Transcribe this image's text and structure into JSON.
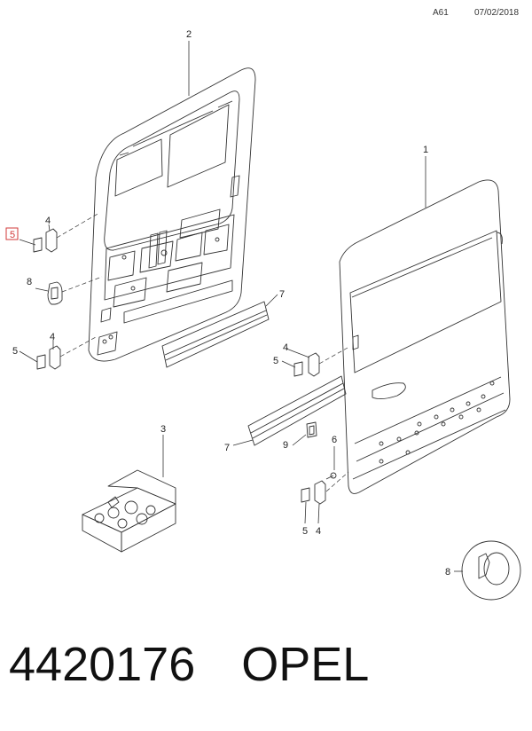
{
  "header": {
    "page_code": "A61",
    "date": "07/02/2018"
  },
  "callouts": {
    "c1": "1",
    "c2": "2",
    "c3": "3",
    "c4a": "4",
    "c4b": "4",
    "c4c": "4",
    "c4d": "4",
    "c5a": "5",
    "c5b": "5",
    "c5c": "5",
    "c5d": "5",
    "c6": "6",
    "c7a": "7",
    "c7b": "7",
    "c8a": "8",
    "c8b": "8",
    "c9": "9"
  },
  "highlight_color": "#d23a3a",
  "footer": {
    "part_number": "4420176",
    "brand": "OPEL"
  }
}
